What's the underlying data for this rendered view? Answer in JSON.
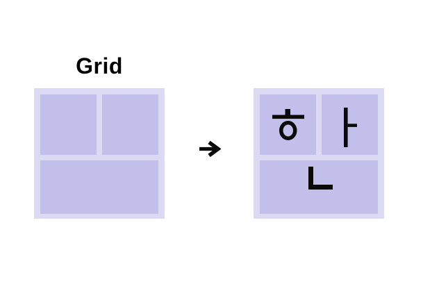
{
  "title": "Grid",
  "arrow": {
    "symbol": "→",
    "name": "rightwards-arrow"
  },
  "left_grid": {
    "cells": [
      {
        "position": "top-left",
        "content": ""
      },
      {
        "position": "top-right",
        "content": ""
      },
      {
        "position": "bottom",
        "content": ""
      }
    ]
  },
  "right_grid": {
    "cells": [
      {
        "position": "top-left",
        "char": "ㅎ",
        "jamo": "hieut"
      },
      {
        "position": "top-right",
        "char": "ㅏ",
        "jamo": "a"
      },
      {
        "position": "bottom",
        "char": "ㄴ",
        "jamo": "nieun"
      }
    ]
  },
  "colors": {
    "page_bg": "#ffffff",
    "container_bg": "#dcdaf2",
    "cell_bg": "#c2c0ea",
    "glyph": "#0b0b0b"
  }
}
